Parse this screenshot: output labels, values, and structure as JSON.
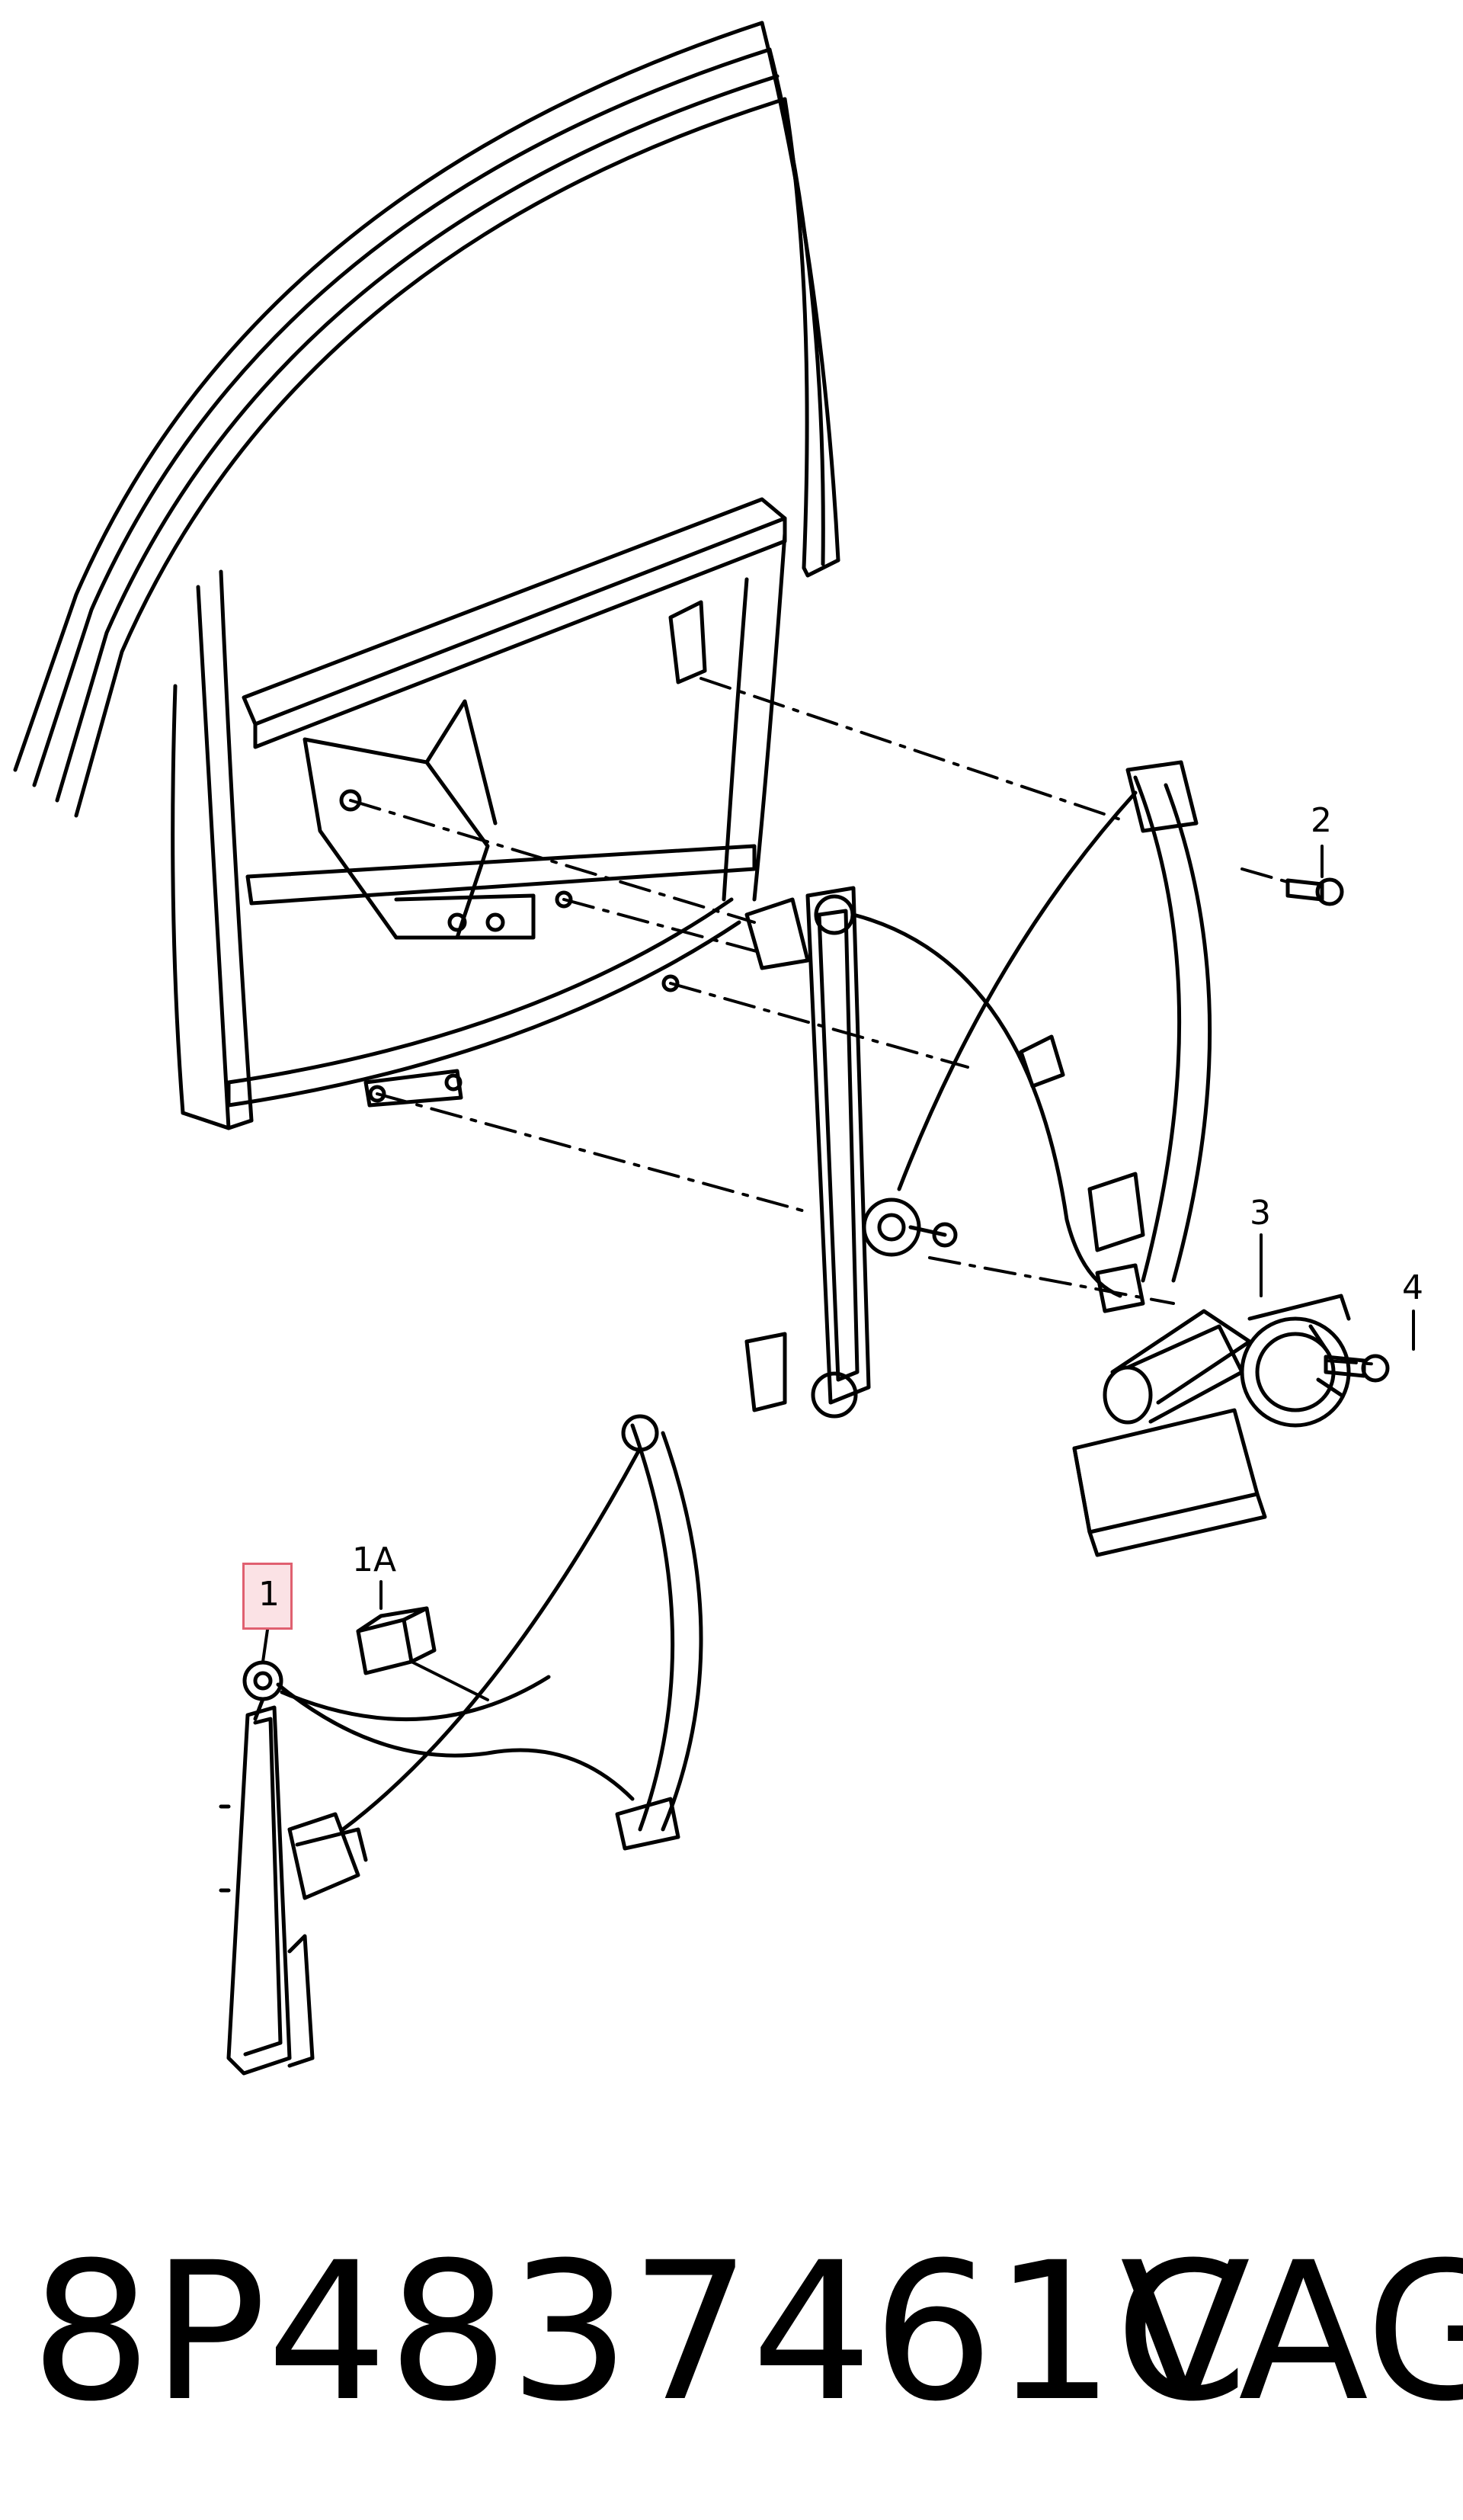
{
  "callouts": {
    "c1": "1",
    "c1a": "1A",
    "c2": "2",
    "c3": "3",
    "c4": "4"
  },
  "footer": {
    "part_number": "8P4837461C",
    "brand": "VAG"
  },
  "colors": {
    "line": "#000000",
    "highlight_border": "#e06070",
    "highlight_fill": "rgba(230,60,80,0.15)"
  }
}
